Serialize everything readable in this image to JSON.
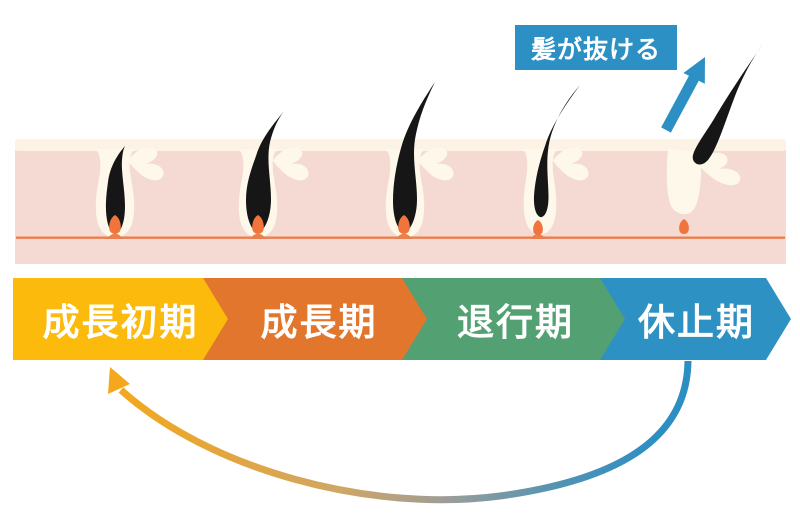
{
  "callout": {
    "label": "髪が抜ける",
    "bg_color": "#2D90C4",
    "text_color": "#FFFFFF"
  },
  "stages": [
    {
      "label": "成長初期",
      "color": "#FBBA0C"
    },
    {
      "label": "成長期",
      "color": "#E1762C"
    },
    {
      "label": "退行期",
      "color": "#53A173"
    },
    {
      "label": "休止期",
      "color": "#2D91C3"
    }
  ],
  "skin": {
    "epidermis_color": "#FDF3E4",
    "dermis_color": "#F5D9D3",
    "surface_line_color": "#E9804E",
    "follicle_color": "#FDF8E9",
    "hair_color": "#161616",
    "papilla_color": "#F0743C"
  },
  "shed_arrow": {
    "color": "#2D90C4",
    "meaning": "髪が抜ける"
  },
  "cycle_arrow": {
    "from_stage": "休止期",
    "to_stage": "成長初期",
    "gradient": [
      "#F5A71A",
      "#9C9D99",
      "#2C8EC3"
    ]
  }
}
